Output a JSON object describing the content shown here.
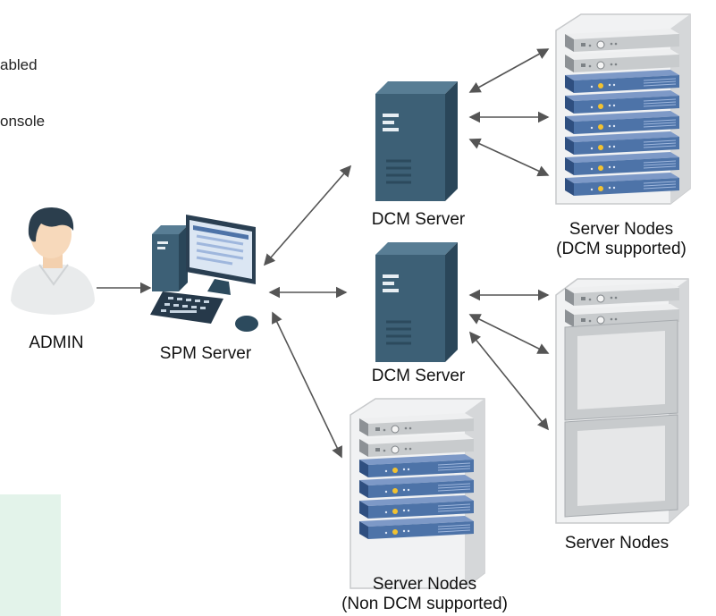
{
  "fragments": {
    "line1": "abled",
    "line2": "onsole"
  },
  "nodes": {
    "admin": {
      "label": "ADMIN",
      "icon": "admin-user-icon"
    },
    "spm_server": {
      "label": "SPM Server",
      "icon": "workstation-icon"
    },
    "dcm_server_top": {
      "label": "DCM Server",
      "icon": "tower-server-icon"
    },
    "dcm_server_mid": {
      "label": "DCM Server",
      "icon": "tower-server-icon"
    },
    "server_nodes_dcm": {
      "label_line1": "Server Nodes",
      "label_line2": "(DCM supported)",
      "icon": "server-rack-icon"
    },
    "server_nodes_plain": {
      "label": "Server Nodes",
      "icon": "server-rack-icon"
    },
    "server_nodes_non_dcm": {
      "label_line1": "Server Nodes",
      "label_line2": "(Non DCM supported)",
      "icon": "server-rack-icon"
    }
  },
  "colors": {
    "tower_front": "#3d6076",
    "tower_side": "#2a4659",
    "rack_frame": "#e8e9ea",
    "unit_blue": "#4d73a8",
    "unit_gray": "#c8cbcd",
    "arrow": "#555555",
    "side_panel": "#e3f3ea"
  }
}
